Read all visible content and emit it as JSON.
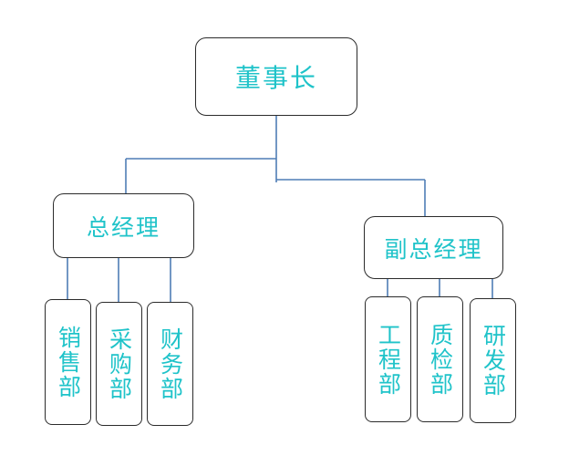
{
  "org_chart": {
    "top": {
      "label": "董事长"
    },
    "general_manager": {
      "label": "总经理",
      "departments": [
        {
          "label": "销售部"
        },
        {
          "label": "采购部"
        },
        {
          "label": "财务部"
        }
      ]
    },
    "deputy_general_manager": {
      "label": "副总经理",
      "departments": [
        {
          "label": "工程部"
        },
        {
          "label": "质检部"
        },
        {
          "label": "研发部"
        }
      ]
    }
  },
  "colors": {
    "text": "#1fc3c9",
    "border": "#2b2b2b",
    "connector": "#4f7db5"
  }
}
